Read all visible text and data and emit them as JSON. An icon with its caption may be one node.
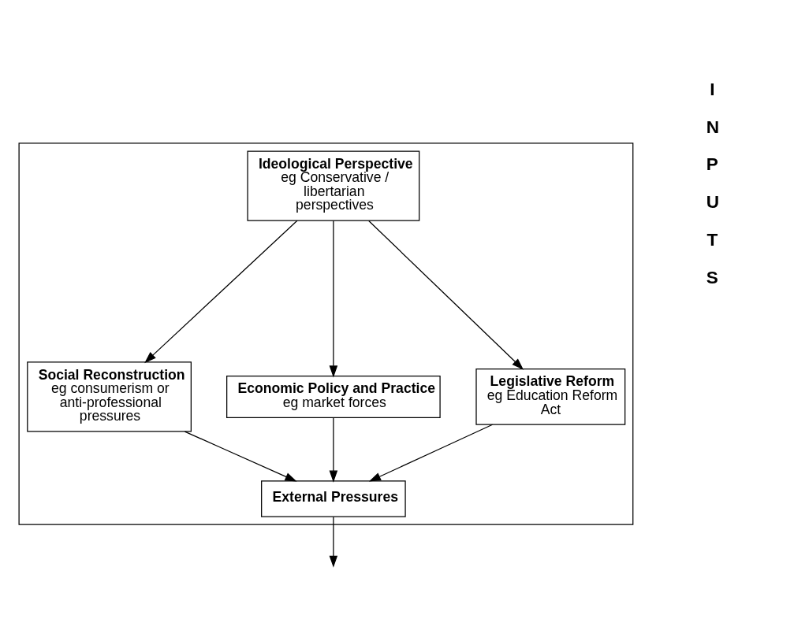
{
  "diagram": {
    "nodes": [
      {
        "text": [],
        "shape": "box"
      },
      {
        "text": [
          "Ideological Perspective",
          "eg Conservative / libertarian perspectives"
        ],
        "in": 0
      },
      {
        "text": [
          "Social Reconstruction",
          "eg consumerism or anti-professional pressures"
        ],
        "in": 0
      },
      {
        "text": [
          "Economic Policy and Practice",
          "eg market forces"
        ],
        "in": 0
      },
      {
        "text": [
          "Legislative Reform",
          "eg Education Reform Act"
        ],
        "in": 0
      },
      {
        "text": [
          "External Pressures"
        ],
        "in": 0
      }
    ],
    "edges": [
      {
        "from": 1,
        "to": 2,
        "arrow": "to"
      },
      {
        "from": 1,
        "to": 3,
        "arrow": "to"
      },
      {
        "from": 1,
        "to": 4,
        "arrow": "to"
      },
      {
        "from": 2,
        "to": 5,
        "arrow": "to"
      },
      {
        "from": 3,
        "to": 5,
        "arrow": "to"
      },
      {
        "from": 4,
        "to": 5,
        "arrow": "to"
      },
      {
        "from": 5,
        "to": null,
        "arrow": "to"
      }
    ],
    "labels": [
      "I",
      "N",
      "P",
      "U",
      "T",
      "S"
    ]
  }
}
